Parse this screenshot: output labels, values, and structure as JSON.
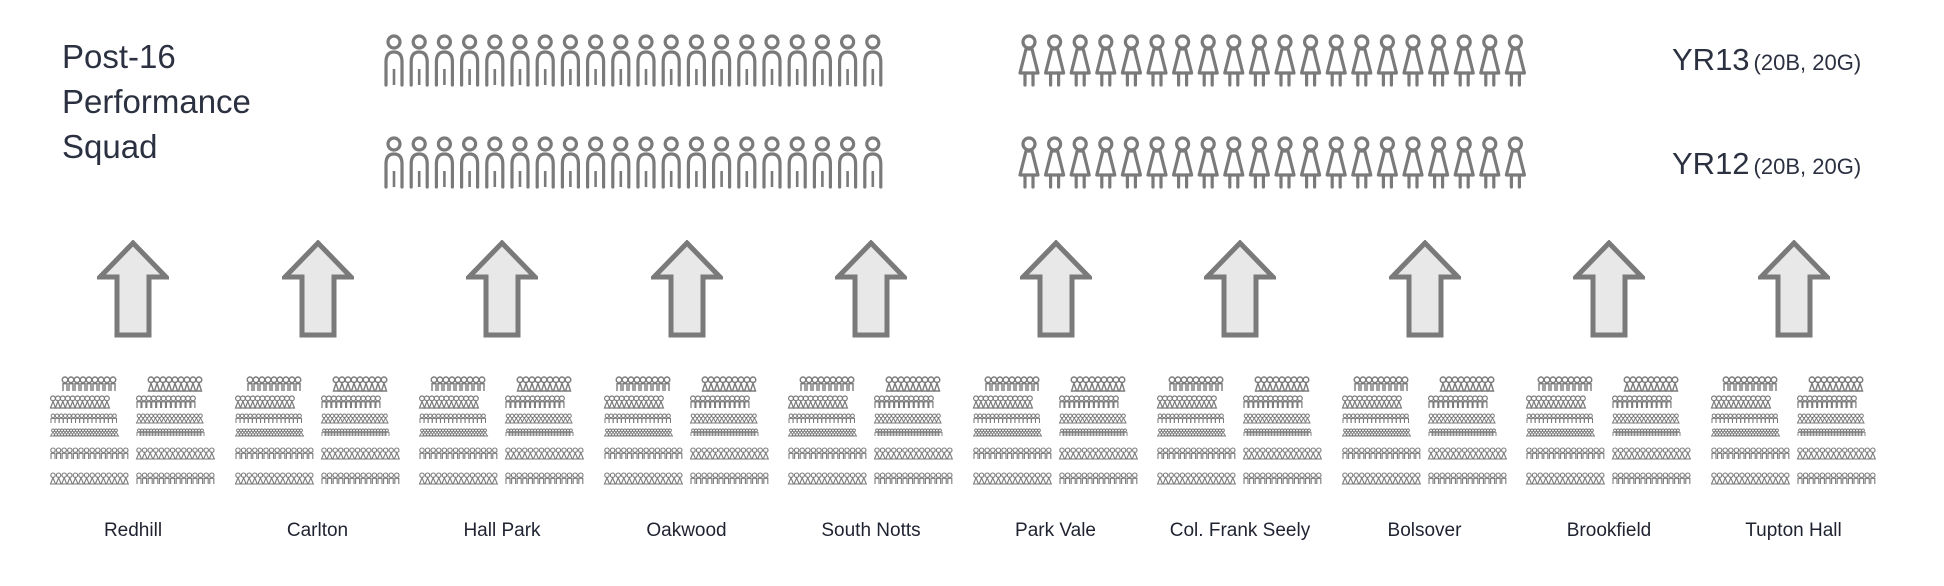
{
  "title": "Post-16\nPerformance\nSquad",
  "years": [
    {
      "name": "YR13",
      "detail": "(20B, 20G)",
      "boys": 20,
      "girls": 20
    },
    {
      "name": "YR12",
      "detail": "(20B, 20G)",
      "boys": 20,
      "girls": 20
    }
  ],
  "icon_color": "#7a7a7a",
  "arrow_fill": "#e8e8e8",
  "arrow_stroke": "#7a7a7a",
  "schools": [
    "Redhill",
    "Carlton",
    "Hall Park",
    "Oakwood",
    "South Notts",
    "Park Vale",
    "Col. Frank Seely",
    "Bolsover",
    "Brookfield",
    "Tupton Hall"
  ]
}
